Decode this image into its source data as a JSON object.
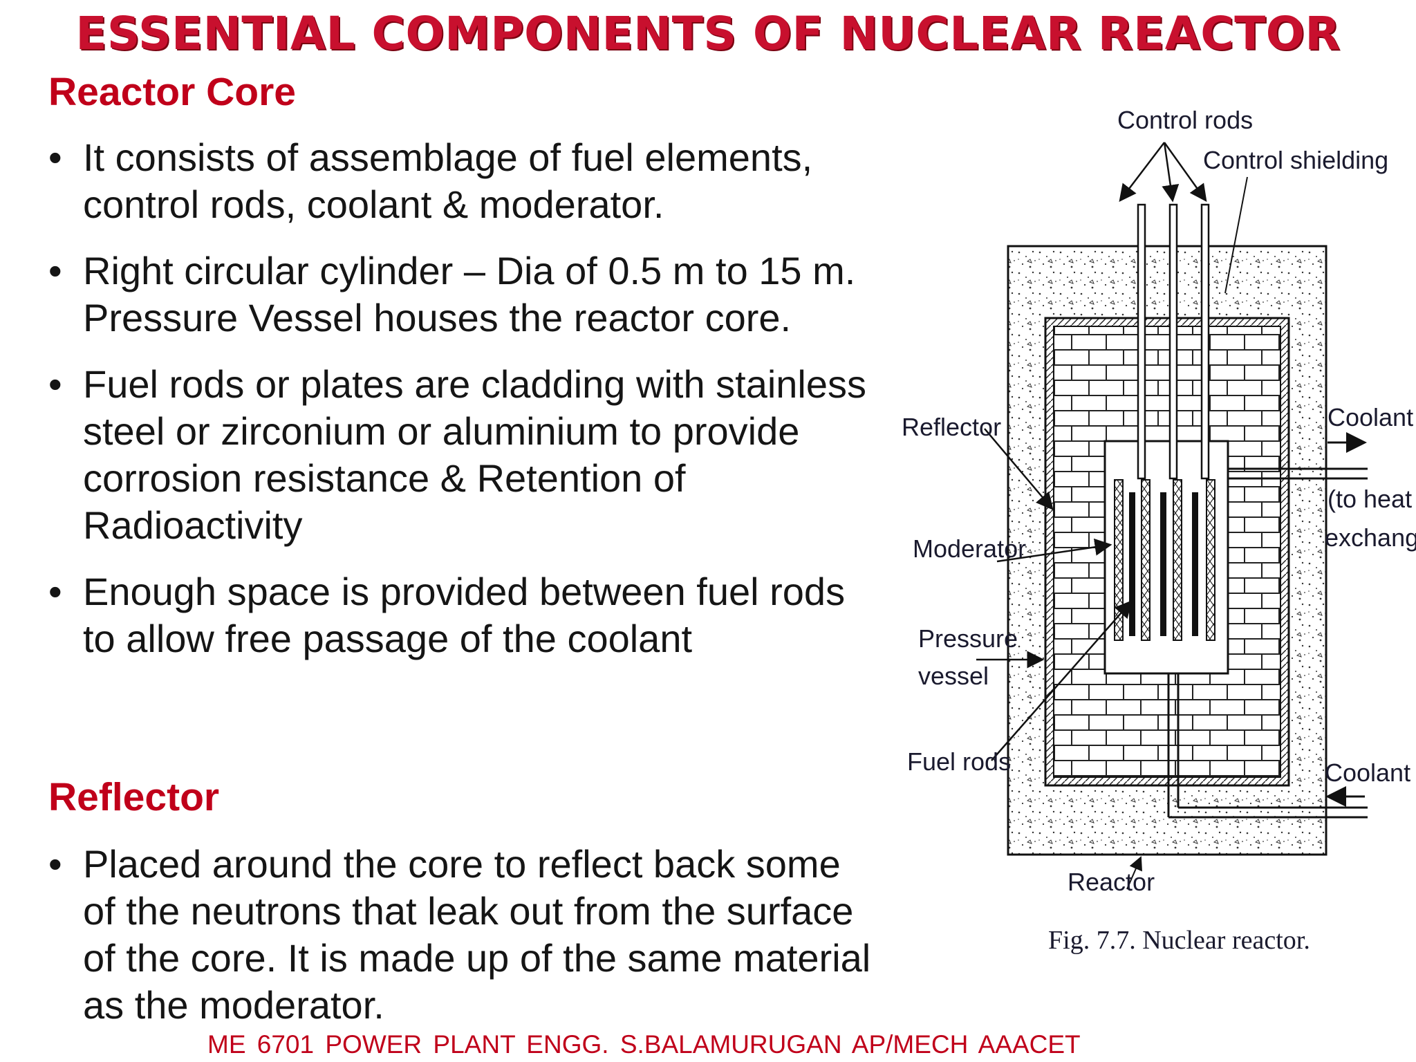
{
  "title": "ESSENTIAL COMPONENTS OF NUCLEAR REACTOR",
  "sections": [
    {
      "heading": "Reactor Core",
      "bullets": [
        "It consists of assemblage of fuel elements, control rods, coolant & moderator.",
        "Right circular cylinder – Dia of 0.5 m to 15 m. Pressure Vessel houses the reactor core.",
        "Fuel rods or plates are cladding with stainless steel or zirconium or aluminium to provide corrosion resistance & Retention of Radioactivity",
        "Enough space is provided between fuel rods to allow free passage of the coolant"
      ]
    },
    {
      "heading": "Reflector",
      "bullets": [
        "Placed around the core to reflect back some of the neutrons that leak out from the surface of the core. It is made up of the same material as the moderator."
      ]
    }
  ],
  "diagram": {
    "labels": {
      "control_rods": "Control rods",
      "control_shielding": "Control shielding",
      "reflector": "Reflector",
      "moderator": "Moderator",
      "pressure": "Pressure",
      "vessel": "vessel",
      "fuel_rods": "Fuel rods",
      "coolant_out": "Coolant",
      "to_heat": "(to heat",
      "exchanger": "exchanger)",
      "coolant_in": "Coolant",
      "reactor": "Reactor"
    },
    "caption": "Fig. 7.7. Nuclear reactor."
  },
  "footer": "ME 6701   POWER PLANT ENGG.   S.BALAMURUGAN    AP/MECH   AAACET",
  "colors": {
    "title": "#c8102e",
    "heading": "#c0001a",
    "footer": "#c0001a"
  }
}
